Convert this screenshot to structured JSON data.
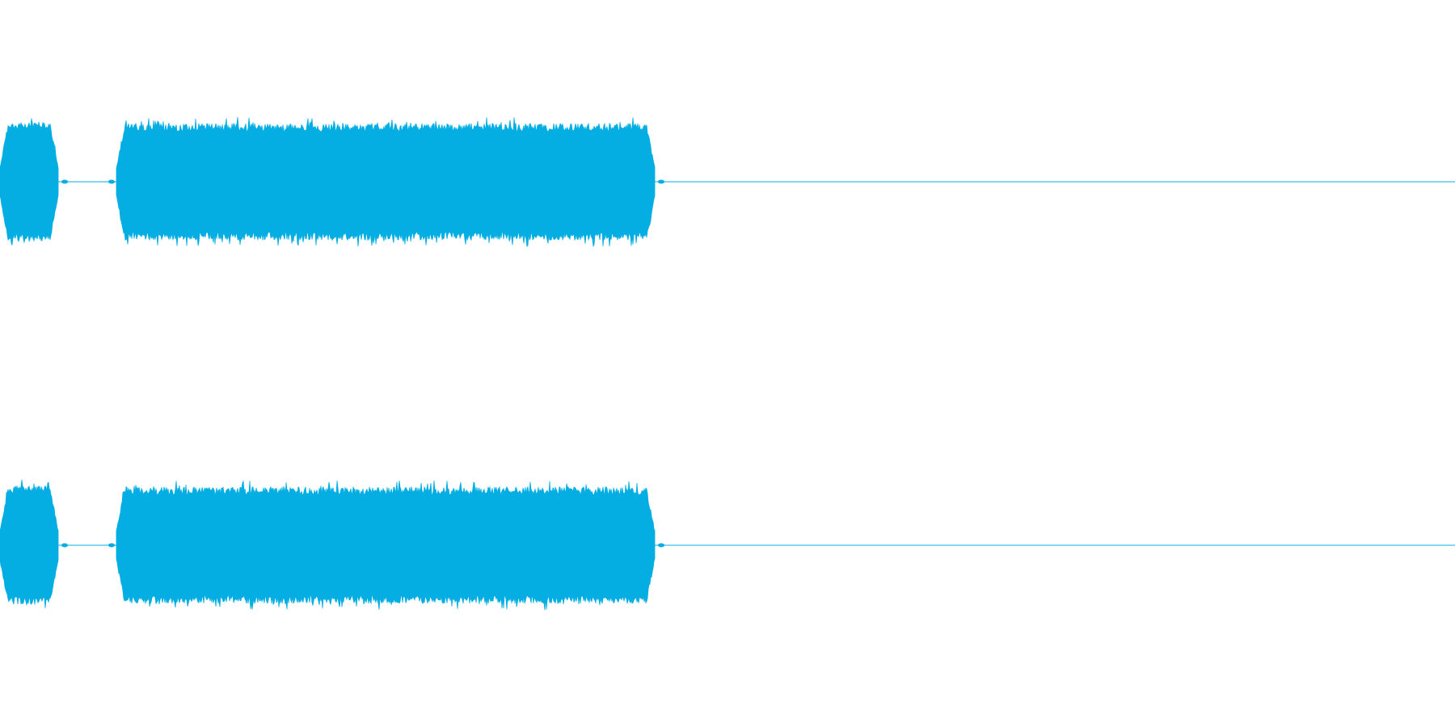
{
  "waveform": {
    "color": "#04aee3",
    "background": "#ffffff",
    "channel_count": 2,
    "amplitude_envelope": {
      "segments": [
        {
          "start": 0.0,
          "end": 0.04,
          "level": 0.86
        },
        {
          "start": 0.08,
          "end": 0.45,
          "level": 0.84
        }
      ],
      "silence_after": 0.45
    }
  }
}
